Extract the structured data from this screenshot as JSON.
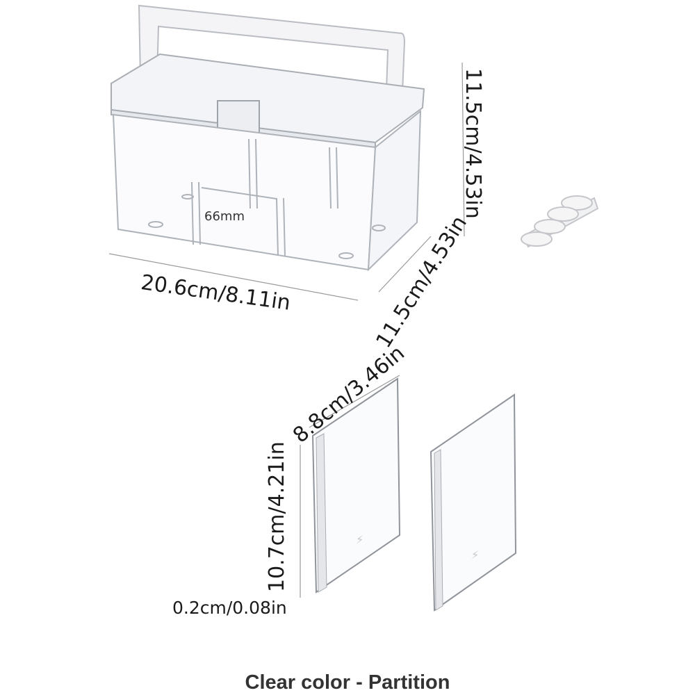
{
  "product": {
    "inner_label": "66mm",
    "width_label": "20.6cm/8.11in",
    "height_label": "11.5cm/4.53in",
    "depth_label": "11.5cm/4.53in"
  },
  "partition": {
    "width_label": "8.8cm/3.46in",
    "height_label": "10.7cm/4.21in",
    "thickness_label": "0.2cm/0.08in"
  },
  "caption": "Clear color - Partition"
}
